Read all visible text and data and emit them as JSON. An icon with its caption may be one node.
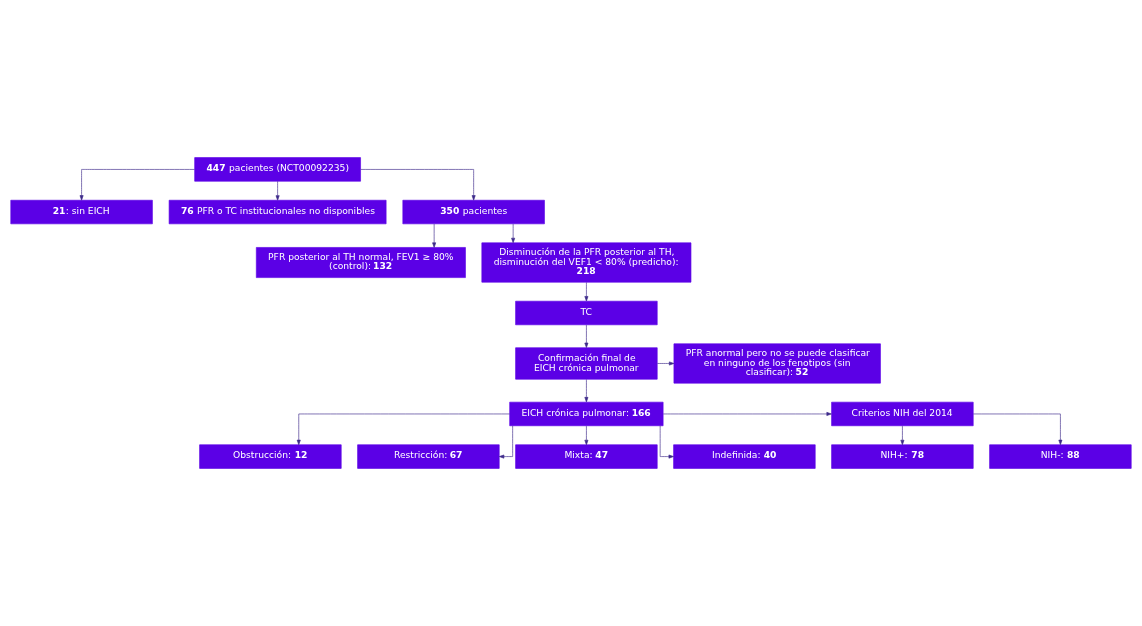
{
  "diagram": {
    "nodes": [
      {
        "text": [
          "**447** pacientes (NCT00092235)"
        ]
      },
      {
        "text": [
          "**21**: sin EICH"
        ]
      },
      {
        "text": [
          "**76** PFR o TC institucionales no disponibles"
        ]
      },
      {
        "text": [
          "**350** pacientes"
        ]
      },
      {
        "text": [
          "PFR posterior al TH normal, FEV1 ≥ 80% (control): **132**"
        ]
      },
      {
        "text": [
          "Disminución de la PFR posterior al TH, disminución del VEF1 < 80% (predicho): **218**"
        ]
      },
      {
        "text": [
          "TC"
        ]
      },
      {
        "text": [
          "PFR anormal pero no se puede clasificar en ninguno de los fenotipos (sin clasificar): **52**"
        ]
      },
      {
        "text": [
          "Confirmación final de EICH crónica pulmonar"
        ]
      },
      {
        "text": [
          "EICH crónica pulmonar: **166**"
        ]
      },
      {
        "text": [
          "Criterios NIH del 2014"
        ]
      },
      {
        "text": [
          "NIH+: **78**"
        ]
      },
      {
        "text": [
          "NIH-: **88**"
        ]
      },
      {
        "text": [
          "Obstrucción: **12**"
        ]
      },
      {
        "text": [
          "Restricción: **67**"
        ]
      },
      {
        "text": [
          "Mixta: **47**"
        ]
      },
      {
        "text": [
          "Indefinida: **40**"
        ]
      }
    ],
    "edges": [
      {
        "from": 0,
        "to": 1,
        "arrow": "to"
      },
      {
        "from": 0,
        "to": 2,
        "arrow": "to"
      },
      {
        "from": 0,
        "to": 3,
        "arrow": "to"
      },
      {
        "from": 3,
        "to": 4,
        "arrow": "to"
      },
      {
        "from": 3,
        "to": 5,
        "arrow": "to"
      },
      {
        "from": 5,
        "to": 6,
        "arrow": "to"
      },
      {
        "from": 6,
        "to": 8,
        "arrow": "to"
      },
      {
        "from": 8,
        "to": 7,
        "arrow": "to"
      },
      {
        "from": 8,
        "to": 9,
        "arrow": "to"
      },
      {
        "from": 9,
        "to": 10,
        "arrow": "to"
      },
      {
        "from": 10,
        "to": 11,
        "arrow": "to"
      },
      {
        "from": 10,
        "to": 12,
        "arrow": "to"
      },
      {
        "from": 9,
        "to": 13,
        "arrow": "to"
      },
      {
        "from": 9,
        "to": 14,
        "arrow": "to"
      },
      {
        "from": 9,
        "to": 15,
        "arrow": "to"
      },
      {
        "from": 9,
        "to": 16,
        "arrow": "to"
      }
    ]
  }
}
